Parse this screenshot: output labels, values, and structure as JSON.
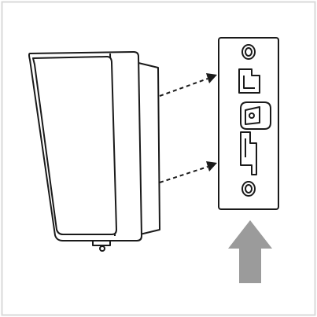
{
  "figure": {
    "kind": "installation-diagram",
    "icons": [
      "device-housing",
      "mounting-bracket",
      "insert-arrow-icon",
      "push-up-arrow-icon"
    ],
    "colors": {
      "background": "#ffffff",
      "frame_border": "#d9d9d9",
      "line": "#1a1a1a",
      "arrow_fill": "#9b9b9b"
    }
  }
}
